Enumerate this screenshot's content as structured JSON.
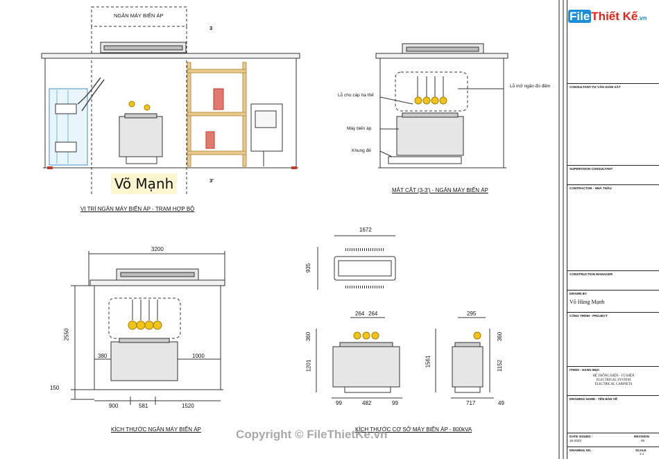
{
  "logo": {
    "file": "File",
    "thiet": "Thiết Kế",
    "vn": ".vn"
  },
  "view1": {
    "top_label": "NGĂN MÁY BIẾN ÁP",
    "section_top": "3",
    "section_bottom": "3'",
    "caption": "VỊ TRÍ NGĂN MÁY BIẾN ÁP - TRẠM HỢP BỘ",
    "stamp": "Võ Mạnh"
  },
  "view2": {
    "caption": "MẶT CẮT (3-3') - NGĂN MÁY BIẾN ÁP",
    "labels": {
      "cable_hole": "Lỗ cho cáp hạ thế",
      "vent": "Lỗ mở ngăn đo đếm",
      "transformer": "Máy biến áp",
      "frame": "Khung đế"
    }
  },
  "view3": {
    "caption": "KÍCH THƯỚC NGĂN MÁY BIẾN ÁP",
    "dims": {
      "width": "3200",
      "height": "2550",
      "left": "380",
      "right": "1000",
      "base": "150",
      "bottom_left": "900",
      "bottom_mid": "581",
      "bottom_right": "1520"
    }
  },
  "view4": {
    "caption": "KÍCH THƯỚC CƠ SỞ MÁY BIẾN ÁP - 800kVA",
    "dims": {
      "top_width": "1672",
      "top_height": "935",
      "b1": "264",
      "b2": "264",
      "side_top": "295",
      "h360a": "360",
      "h1201": "1201",
      "h360b": "360",
      "h1561": "1561",
      "h1152": "1152",
      "w99a": "99",
      "w482": "482",
      "w99b": "99",
      "w717": "717",
      "w49": "49"
    }
  },
  "title_block": {
    "consultant": "CONSULTANT-TƯ VẤN GIÁM SÁT",
    "supervision": "SUPERVISON CONSULTANT",
    "contractor": "CONTRACTOR - NHÀ THẦU",
    "construction_manager": "CONSTRUCTION MANAGER",
    "drawn_by": "DRAWN BY",
    "drawn_by_name": "Võ Hùng Mạnh",
    "project": "CÔNG TRÌNH - PROJECT",
    "items": "ITEMS - HẠNG MỤC",
    "items_lines": [
      "HỆ THỐNG ĐIỆN - TỦ ĐIỆN",
      "ELECTRICAL SYSTEM",
      "ELECTRICAL CABINETS"
    ],
    "drawing_name": "DRAWING NAME - TÊN BẢN VẼ",
    "date_issued": "DATE ISSUED :",
    "date_value": "16-2023",
    "revision": "REVISION",
    "revision_value": "00",
    "drawing_no": "DRAWING NO.",
    "scale": "SCALE",
    "scale_value": "1:1"
  },
  "watermark": "Copyright © FileThietKe.vn",
  "colors": {
    "frame": "#333333",
    "beige": "#e8c98a",
    "yellow": "#f0c419",
    "red": "#c0392b",
    "blue": "#3a8fd0",
    "cyan": "#5bc0de"
  }
}
